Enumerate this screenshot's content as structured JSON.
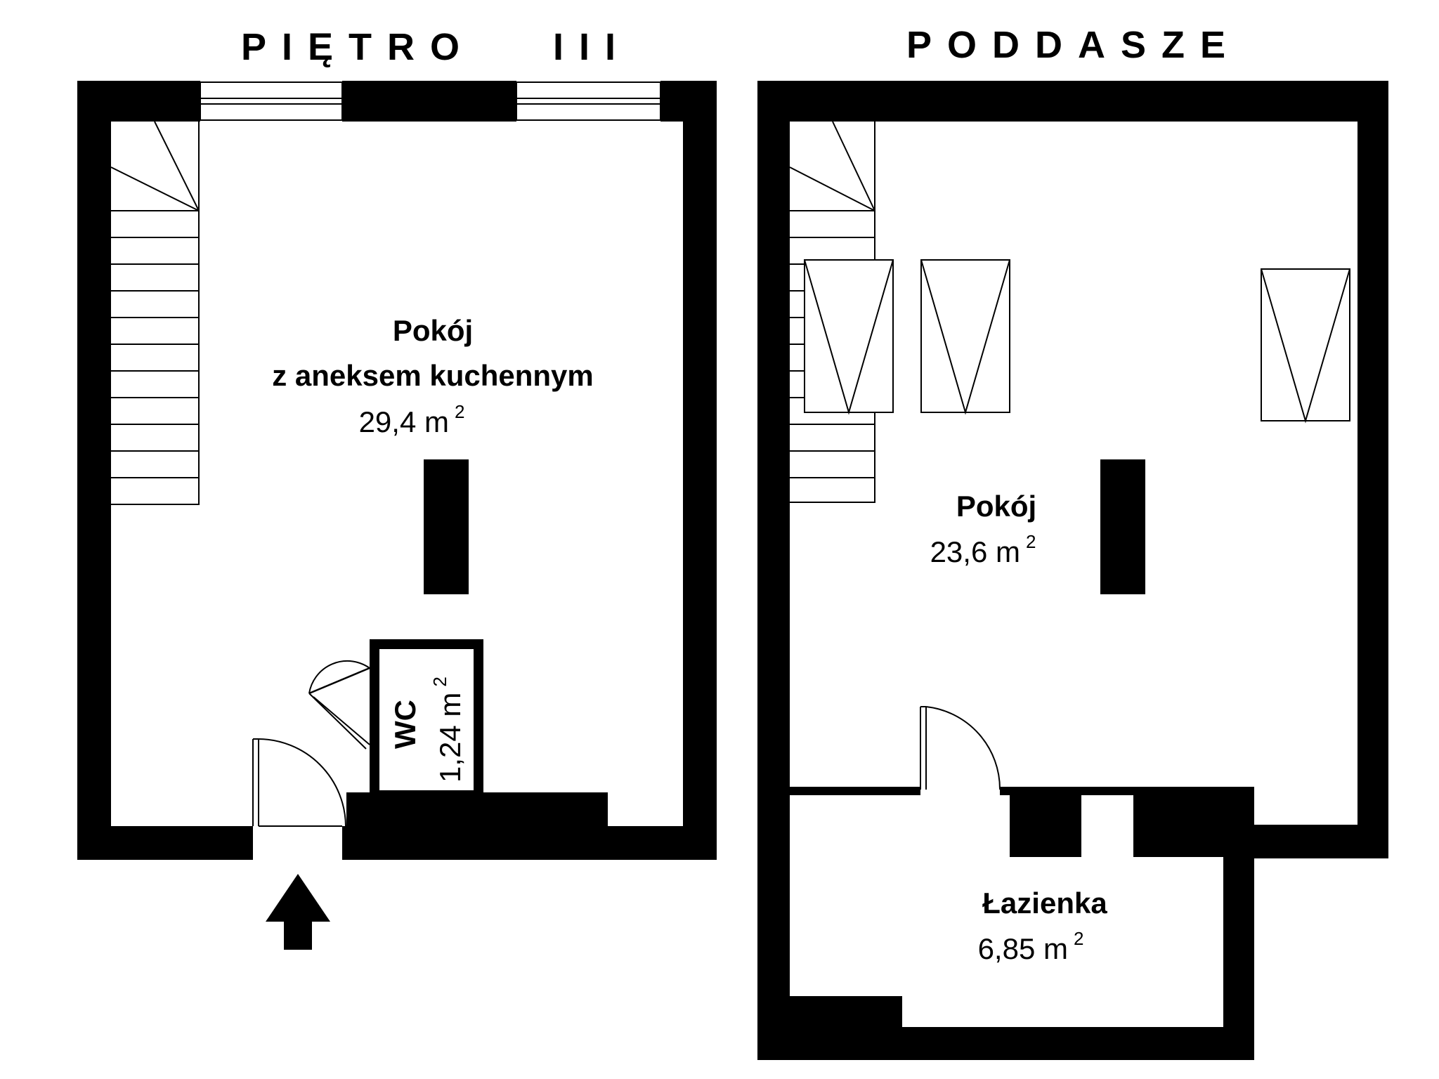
{
  "floors": {
    "left": {
      "title": "PIĘTRO   III",
      "rooms": {
        "main": {
          "name_line1": "Pokój",
          "name_line2": "z aneksem kuchennym",
          "area": "29,4 m",
          "area_sup": "2"
        },
        "wc": {
          "name": "WC",
          "area": "1,24 m",
          "area_sup": "2"
        }
      }
    },
    "right": {
      "title": "PODDASZE",
      "rooms": {
        "main": {
          "name": "Pokój",
          "area": "23,6 m",
          "area_sup": "2"
        },
        "bathroom": {
          "name": "Łazienka",
          "area": "6,85 m",
          "area_sup": "2"
        }
      }
    }
  },
  "icons": {
    "entrance": "entrance-arrow-icon"
  },
  "colors": {
    "wall": "#000000",
    "background": "#ffffff"
  }
}
